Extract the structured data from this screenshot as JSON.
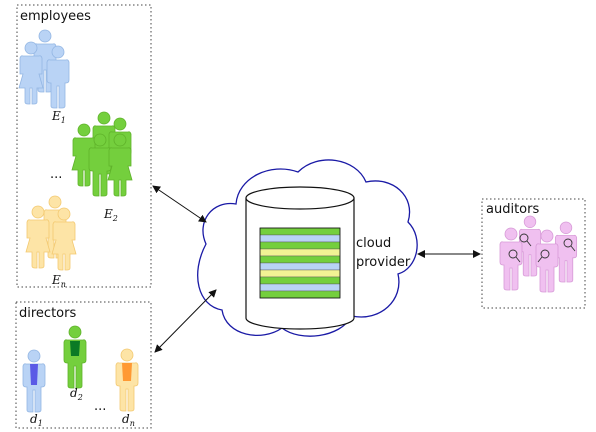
{
  "groups": {
    "employees": {
      "title": "employees"
    },
    "directors": {
      "title": "directors"
    },
    "auditors": {
      "title": "auditors"
    }
  },
  "employee_labels": [
    {
      "base": "E",
      "sub": "1"
    },
    {
      "base": "E",
      "sub": "2"
    },
    {
      "base": "E",
      "sub": "n"
    }
  ],
  "director_labels": [
    {
      "base": "d",
      "sub": "1"
    },
    {
      "base": "d",
      "sub": "2"
    },
    {
      "base": "d",
      "sub": "n"
    }
  ],
  "ellipsis": "...",
  "cloud": {
    "line1": "cloud",
    "line2": "provider"
  },
  "colors": {
    "blue_person": "#b9d3f5",
    "blue_outline": "#93b6e3",
    "green_person": "#74cf3d",
    "green_outline": "#5fb22a",
    "yellow_person": "#fde4a6",
    "yellow_outline": "#f3c970",
    "pink_person": "#f0c0f0",
    "pink_outline": "#d79ad7",
    "cloud_outline": "#1a1aa6",
    "director_tie_blue": "#5a5ae6",
    "director_tie_green": "#0b7a25",
    "director_tie_orange": "#ff9933",
    "db_stripes": [
      "#74cf3d",
      "#b9d3f5",
      "#74cf3d",
      "#f2f294",
      "#74cf3d",
      "#b9d3f5",
      "#f2f294",
      "#74cf3d",
      "#b9d3f5",
      "#74cf3d"
    ]
  }
}
